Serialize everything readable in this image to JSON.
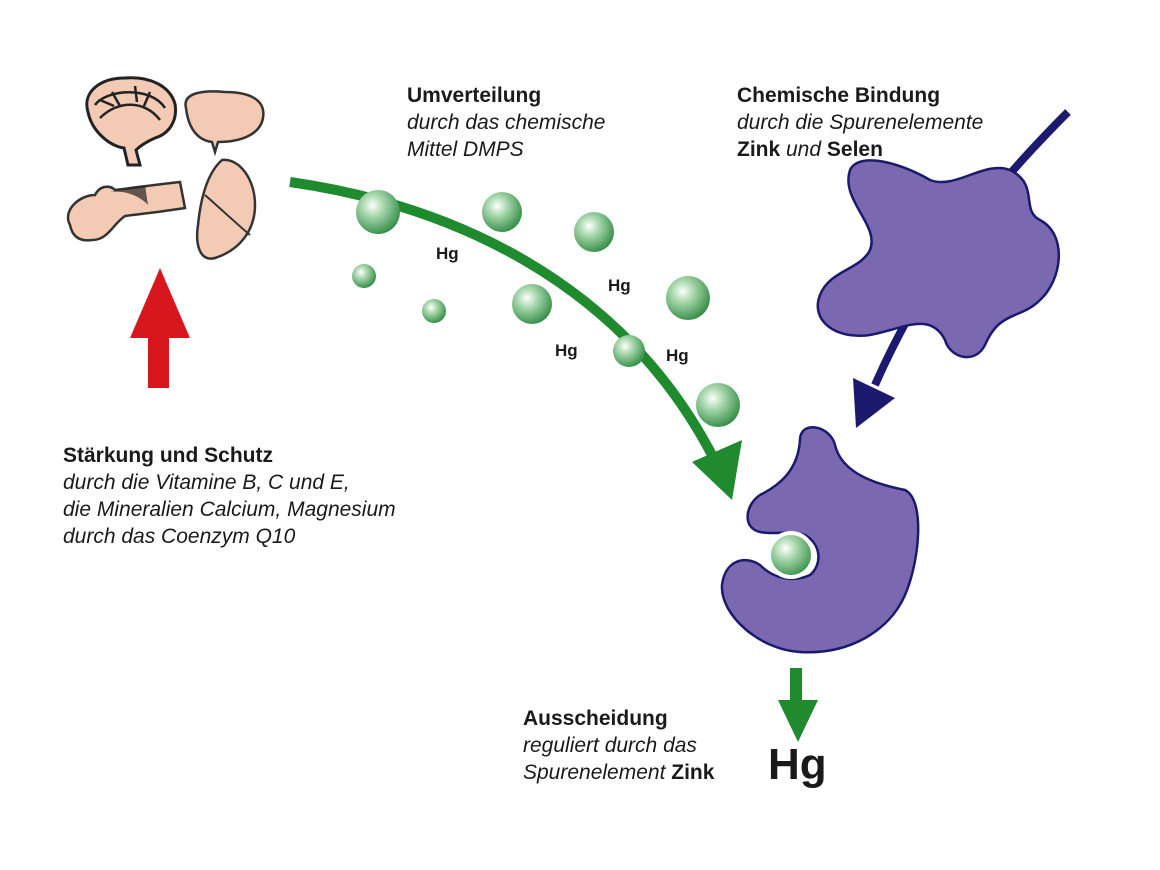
{
  "colors": {
    "red_arrow": "#d7161e",
    "green_arrow": "#1f8a2e",
    "navy_arrow": "#1b1a6e",
    "purple_protein": "#7a68b0",
    "organ_fill": "#f3cbb5",
    "sphere_green": "#5aa96a"
  },
  "icons": [
    "brain-icon",
    "kidney-icon",
    "bone-icon",
    "liver-icon"
  ],
  "umverteilung": {
    "title": "Umverteilung",
    "line1": "durch das chemische",
    "line2": "Mittel DMPS"
  },
  "bindung": {
    "title": "Chemische Bindung",
    "line1": "durch die Spurenelemente",
    "zink": "Zink",
    "und": " und ",
    "selen": "Selen"
  },
  "staerkung": {
    "title": "Stärkung und Schutz",
    "line1": "durch die Vitamine B, C und E,",
    "line2": "die Mineralien Calcium, Magnesium",
    "line3": "durch das Coenzym Q10"
  },
  "ausscheidung": {
    "title": "Ausscheidung",
    "line1": "reguliert durch das",
    "line2": "Spurenelement ",
    "zink": "Zink"
  },
  "hg_labels": [
    "Hg",
    "Hg",
    "Hg",
    "Hg"
  ],
  "hg_excreted": "Hg"
}
